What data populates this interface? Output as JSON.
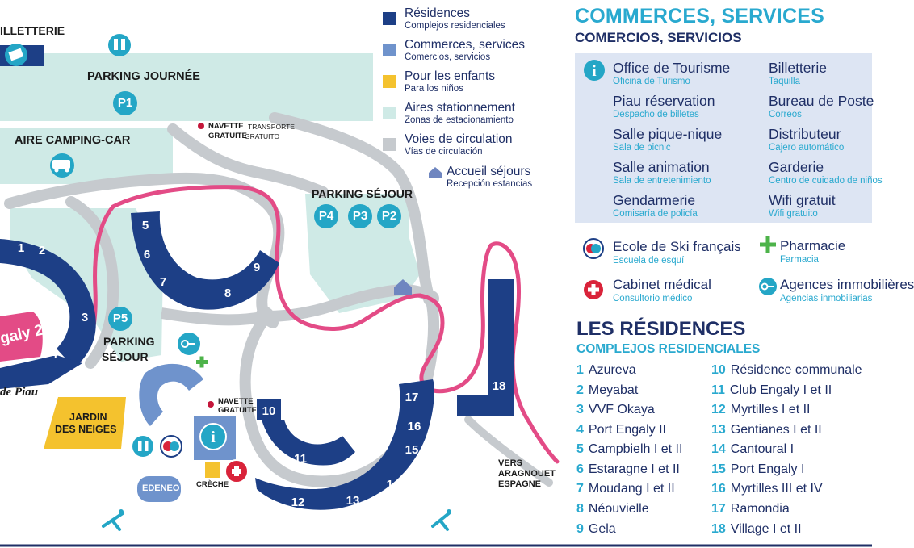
{
  "map": {
    "labels": {
      "billetterie": "ILLETTERIE",
      "parking_journee": "PARKING JOURNÉE",
      "aire_camping": "AIRE CAMPING-CAR",
      "navette1_a": "NAVETTE",
      "navette1_b": "TRANSPORTE",
      "navette1_c": "GRATUITE",
      "navette1_d": "GRATUITO",
      "parking_sejour_top": "PARKING SÉJOUR",
      "parking_sejour_left_a": "PARKING",
      "parking_sejour_left_b": "SÉJOUR",
      "jardin_a": "JARDIN",
      "jardin_b": "DES NEIGES",
      "navette2_a": "NAVETTE",
      "navette2_b": "GRATUITE",
      "creche": "CRÈCHE",
      "edeneo": "EDENEO",
      "vers_a": "VERS",
      "vers_b": "ARAGNOUET",
      "vers_c": "ESPAGNE",
      "engaly_sign": "galy 2",
      "piau_sign": "de Piau"
    },
    "parkings": [
      "P1",
      "P2",
      "P3",
      "P4",
      "P5"
    ],
    "building_numbers": [
      "1",
      "2",
      "3",
      "4",
      "5",
      "6",
      "7",
      "8",
      "9",
      "10",
      "11",
      "12",
      "13",
      "14",
      "15",
      "16",
      "17",
      "18"
    ],
    "icons": [
      "toilets-icon",
      "ticket-icon",
      "camper-van-icon",
      "shuttle-stop-icon",
      "home-icon",
      "info-icon",
      "first-aid-icon",
      "pharmacy-icon",
      "keys-icon",
      "ski-school-icon",
      "skier-icon"
    ]
  },
  "legend": {
    "items": [
      {
        "fr": "Résidences",
        "es": "Complejos residenciales",
        "color": "#1d3f86"
      },
      {
        "fr": "Commerces, services",
        "es": "Comercios, servicios",
        "color": "#6f93cc"
      },
      {
        "fr": "Pour les enfants",
        "es": "Para los niños",
        "color": "#f4c22e"
      },
      {
        "fr": "Aires stationnement",
        "es": "Zonas de estacionamiento",
        "color": "#cfeae6"
      },
      {
        "fr": "Voies de circulation",
        "es": "Vías de circulación",
        "color": "#c6cace"
      }
    ],
    "accueil": {
      "fr": "Accueil séjours",
      "es": "Recepción estancias"
    }
  },
  "services": {
    "title": "COMMERCES, SERVICES",
    "subtitle": "COMERCIOS, SERVICIOS",
    "left": [
      {
        "fr": "Office de Tourisme",
        "es": "Oficina de Turismo"
      },
      {
        "fr": "Piau réservation",
        "es": "Despacho de billetes"
      },
      {
        "fr": "Salle pique-nique",
        "es": "Sala de picnic"
      },
      {
        "fr": "Salle animation",
        "es": "Sala de entretenimiento"
      },
      {
        "fr": "Gendarmerie",
        "es": "Comisaría de policía"
      }
    ],
    "right": [
      {
        "fr": "Billetterie",
        "es": "Taquilla"
      },
      {
        "fr": "Bureau de Poste",
        "es": "Correos"
      },
      {
        "fr": "Distributeur",
        "es": "Cajero automático"
      },
      {
        "fr": "Garderie",
        "es": "Centro de cuidado de niños"
      },
      {
        "fr": "Wifi gratuit",
        "es": "Wifi gratuito"
      }
    ],
    "extra": [
      {
        "fr": "Ecole de Ski français",
        "es": "Escuela de esquí"
      },
      {
        "fr": "Pharmacie",
        "es": "Farmacia"
      },
      {
        "fr": "Cabinet médical",
        "es": "Consultorio médico"
      },
      {
        "fr": "Agences immobilières",
        "es": "Agencias inmobiliarias"
      }
    ]
  },
  "residences": {
    "title": "LES RÉSIDENCES",
    "subtitle": "COMPLEJOS RESIDENCIALES",
    "list": [
      {
        "n": "1",
        "name": "Azureva"
      },
      {
        "n": "2",
        "name": "Meyabat"
      },
      {
        "n": "3",
        "name": "VVF Okaya"
      },
      {
        "n": "4",
        "name": "Port Engaly II"
      },
      {
        "n": "5",
        "name": "Campbielh I et II"
      },
      {
        "n": "6",
        "name": "Estaragne I et II"
      },
      {
        "n": "7",
        "name": "Moudang I et II"
      },
      {
        "n": "8",
        "name": "Néouvielle"
      },
      {
        "n": "9",
        "name": "Gela"
      },
      {
        "n": "10",
        "name": "Résidence communale"
      },
      {
        "n": "11",
        "name": "Club Engaly I et II"
      },
      {
        "n": "12",
        "name": "Myrtilles I et II"
      },
      {
        "n": "13",
        "name": "Gentianes I et II"
      },
      {
        "n": "14",
        "name": "Cantoural I"
      },
      {
        "n": "15",
        "name": "Port Engaly I"
      },
      {
        "n": "16",
        "name": "Myrtilles III et IV"
      },
      {
        "n": "17",
        "name": "Ramondia"
      },
      {
        "n": "18",
        "name": "Village I et II"
      }
    ]
  }
}
